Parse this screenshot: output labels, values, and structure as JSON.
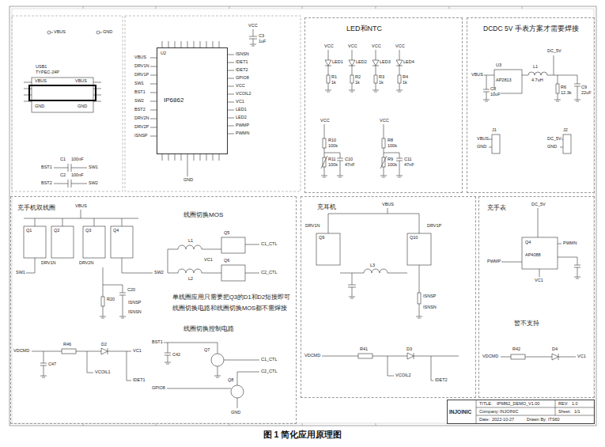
{
  "diagram": {
    "caption": "图 1 简化应用原理图",
    "nodes": [
      {
        "text": [
          "LED和NTC"
        ]
      },
      {
        "text": [
          "DCDC 5V 手表方案才需要焊接"
        ]
      },
      {
        "text": [
          "充手机双线圈"
        ]
      },
      {
        "text": [
          "充耳机"
        ]
      },
      {
        "text": [
          "充手表"
        ]
      },
      {
        "text": [
          "U2",
          "IP6862"
        ]
      },
      {
        "text": [
          "TITLE:",
          "IP6862_DEMO_V1.00",
          "REV:",
          "1.0",
          "Company:",
          "INJOINIC",
          "Sheet:",
          "1/1",
          "Date:",
          "2022-10-27",
          "Drawn By:",
          "ITS60",
          "INJOINIC"
        ]
      }
    ],
    "labels": [
      "VBUS",
      "GND",
      "USB1",
      "TYPEC-24P",
      "VBUS",
      "VBUS",
      "GND",
      "GND",
      "C1",
      "100nF",
      "BST1",
      "SW1",
      "C2",
      "100nF",
      "BST2",
      "SW2",
      "VBUS",
      "DRV1N",
      "DRV1P",
      "SW1",
      "BST1",
      "SW2",
      "BST2",
      "DRV2N",
      "DRV2P",
      "ISNSP",
      "ISNSN",
      "IDET1",
      "IDET2",
      "GPIO8",
      "VCC",
      "VCOIL2",
      "VC1",
      "LED1",
      "LED2",
      "PWMP",
      "PWMN",
      "VCC",
      "C3",
      "1uF",
      "GND",
      "VCC",
      "VCC",
      "VCC",
      "VCC",
      "LED1",
      "LED2",
      "LED3",
      "LED4",
      "R1",
      "R2",
      "R3",
      "R4",
      "1k",
      "1k",
      "1k",
      "1k",
      "VCC",
      "VCC",
      "R10",
      "100k",
      "R11",
      "100k",
      "C10",
      "47nF",
      "R8",
      "100k",
      "R9",
      "100k",
      "C11",
      "47nF",
      "VBUS",
      "U3",
      "AP2813",
      "L1",
      "4.7uH",
      "DC_5V",
      "C8",
      "10uF",
      "R6",
      "12.3k",
      "C9",
      "22uF",
      "J1",
      "J2",
      "VBUS",
      "GND",
      "DC_5V",
      "GND",
      "VBUS",
      "Q1",
      "Q2",
      "Q3",
      "Q4",
      "SW1",
      "SW2",
      "DRV1N",
      "DRV2N",
      "R20",
      "C20",
      "ISNSP",
      "ISNSN",
      "线圈切换MOS",
      "L1",
      "L2",
      "Q5",
      "Q6",
      "C1_CTL",
      "C2_CTL",
      "VC1",
      "单线圈应用只需要把Q3的D1和D2短接即可",
      "线圈切换电路和线圈切换MOS都不需焊接",
      "线圈切换控制电路",
      "BST1",
      "C42",
      "GPIO8",
      "Q7",
      "Q8",
      "C1_CTL",
      "C2_CTL",
      "GND",
      "VDCMD",
      "R46",
      "D2",
      "VC1",
      "C47",
      "VCOIL1",
      "IDET1",
      "VBUS",
      "Q9",
      "Q10",
      "L3",
      "DRV1N",
      "DRV1P",
      "ISNSP",
      "ISNSN",
      "VDCMD",
      "R41",
      "D3",
      "VCOIL2",
      "IDET2",
      "DC_5V",
      "Q4",
      "AP4088",
      "PWMP",
      "PWMN",
      "VC1",
      "暂不支持",
      "VDCMD",
      "R42",
      "D4",
      "VC1"
    ]
  }
}
